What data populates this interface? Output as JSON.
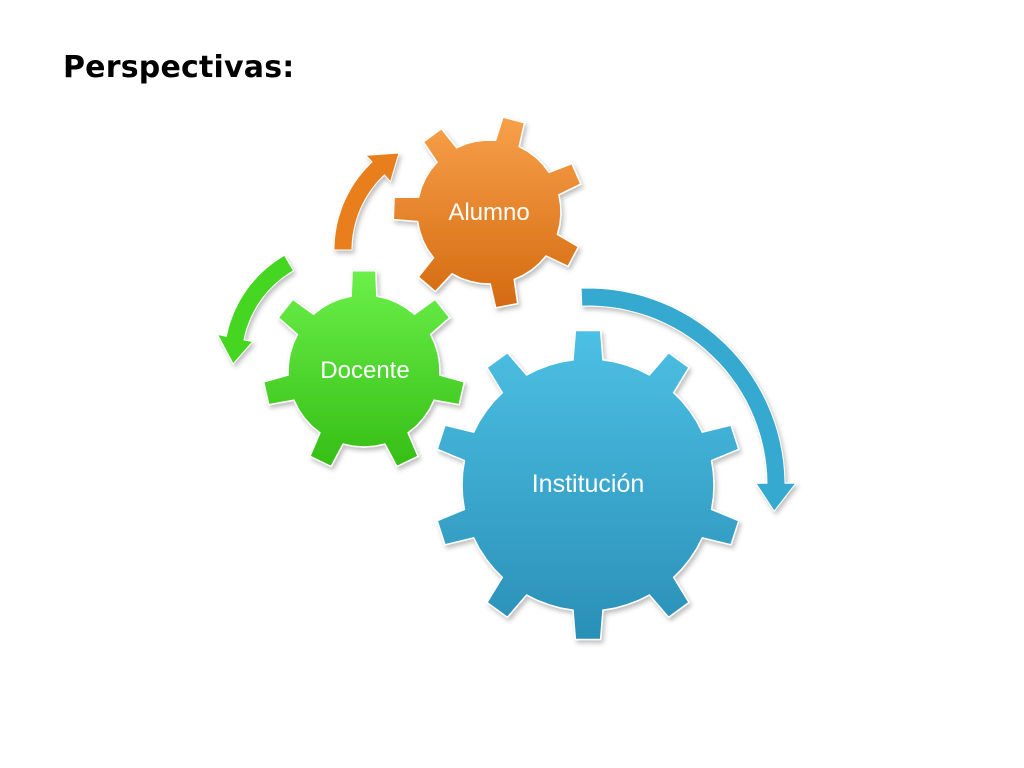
{
  "slide": {
    "title": "Perspectivas:"
  },
  "gears": [
    {
      "id": "alumno",
      "label": "Alumno",
      "color": "#E87E1F"
    },
    {
      "id": "docente",
      "label": "Docente",
      "color": "#45D624"
    },
    {
      "id": "institucion",
      "label": "Institución",
      "color": "#35A9CF"
    }
  ],
  "arrows": [
    {
      "id": "orange-arrow",
      "color": "#E87E1F"
    },
    {
      "id": "green-arrow",
      "color": "#45D624"
    },
    {
      "id": "blue-arrow",
      "color": "#35A9CF"
    }
  ]
}
